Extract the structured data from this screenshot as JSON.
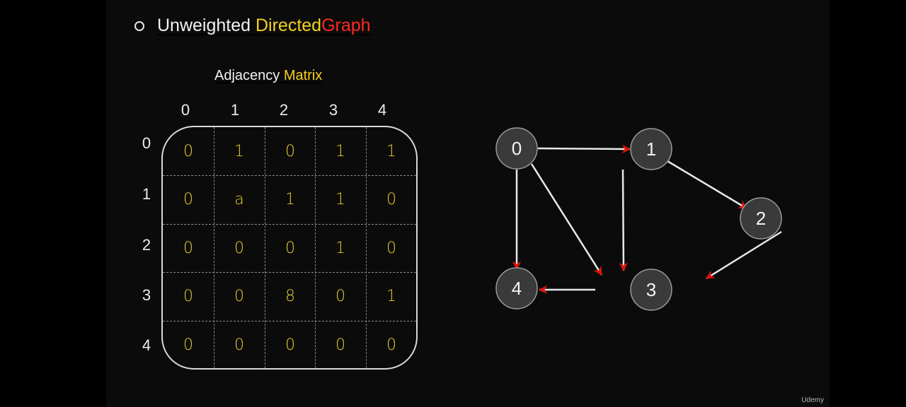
{
  "title": {
    "word1": "Unweighted",
    "word2": "Directed",
    "word3": "Graph"
  },
  "subtitle": {
    "part1": "Adjacency",
    "part2": "Matrix"
  },
  "matrix": {
    "column_labels": [
      "0",
      "1",
      "2",
      "3",
      "4"
    ],
    "row_labels": [
      "0",
      "1",
      "2",
      "3",
      "4"
    ],
    "rows": [
      [
        "0",
        "1",
        "0",
        "1",
        "1"
      ],
      [
        "0",
        "a",
        "1",
        "1",
        "0"
      ],
      [
        "0",
        "0",
        "0",
        "1",
        "0"
      ],
      [
        "0",
        "0",
        "8",
        "0",
        "1"
      ],
      [
        "0",
        "0",
        "0",
        "0",
        "0"
      ]
    ]
  },
  "graph": {
    "nodes": [
      "0",
      "1",
      "2",
      "3",
      "4"
    ],
    "edges": [
      [
        "0",
        "1"
      ],
      [
        "1",
        "2"
      ],
      [
        "0",
        "4"
      ],
      [
        "0",
        "3"
      ],
      [
        "1",
        "3"
      ],
      [
        "2",
        "3"
      ],
      [
        "3",
        "4"
      ]
    ]
  },
  "colors": {
    "title_white": "#f2f2f2",
    "title_yellow": "#f4d21a",
    "title_red": "#ff2a1f",
    "handwriting": "#e8cc2a",
    "arrowhead": "#e0140c",
    "node_fill": "#3a3a3a"
  },
  "watermark": "Udemy"
}
